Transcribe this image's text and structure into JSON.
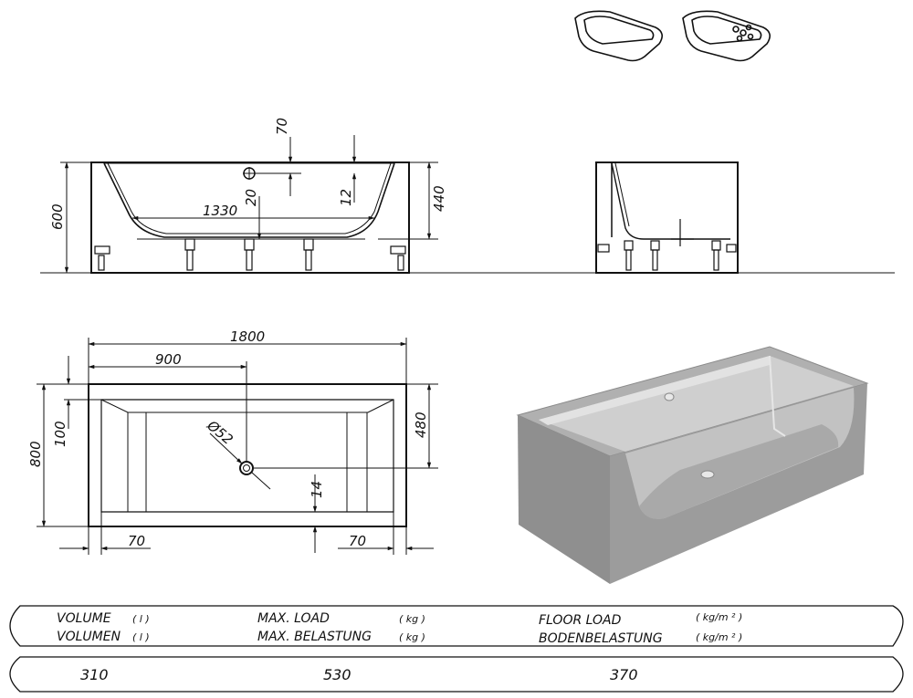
{
  "dimensions": {
    "front_height": "600",
    "front_depth_70": "70",
    "front_inner_length": "1330",
    "front_20": "20",
    "front_12": "12",
    "front_440": "440",
    "plan_length": "1800",
    "plan_half": "900",
    "plan_width": "800",
    "plan_100": "100",
    "plan_480": "480",
    "drain_diameter": "Ø52",
    "plan_14": "14",
    "plan_70_left": "70",
    "plan_70_right": "70"
  },
  "specs": {
    "volume_label_en": "VOLUME",
    "volume_label_de": "VOLUMEN",
    "volume_unit": "( l )",
    "load_label_en": "MAX.  LOAD",
    "load_label_de": "MAX.  BELASTUNG",
    "load_unit": "( kg )",
    "floor_label_en": "FLOOR  LOAD",
    "floor_label_de": "BODENBELASTUNG",
    "floor_unit": "( kg/m ² )",
    "volume_value": "310",
    "load_value": "530",
    "floor_value": "370"
  },
  "colors": {
    "line": "#111111",
    "tub_outer": "#9a9a9a",
    "tub_inner": "#c9c9c9",
    "tub_rim": "#b4b4b4"
  }
}
